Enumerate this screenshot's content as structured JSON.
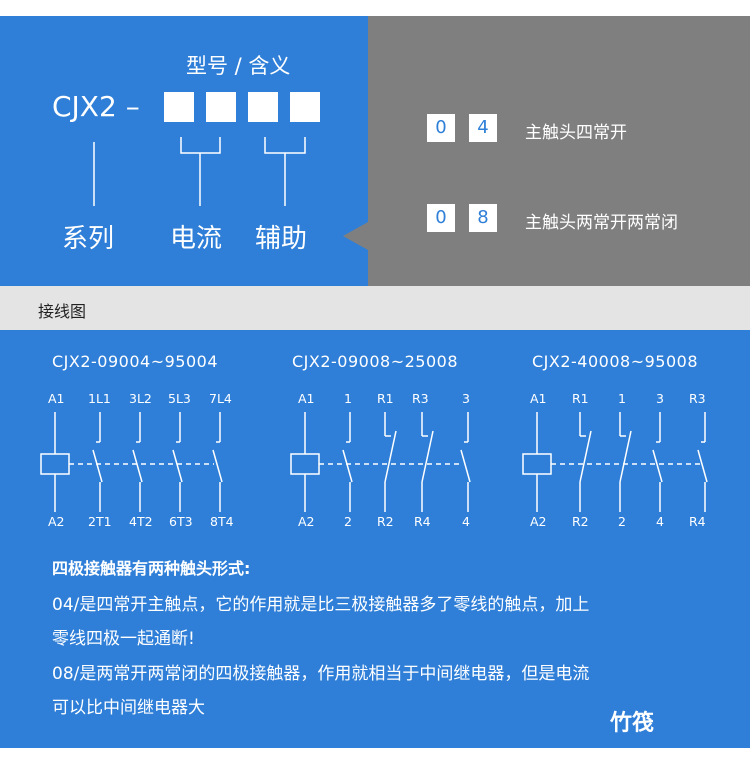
{
  "header": {
    "model_title": "型号 / 含义",
    "model_prefix": "CJX2 –",
    "labels": [
      "系列",
      "电流",
      "辅助"
    ]
  },
  "codes": [
    {
      "digits": [
        "0",
        "4"
      ],
      "meaning": "主触头四常开"
    },
    {
      "digits": [
        "0",
        "8"
      ],
      "meaning": "主触头两常开两常闭"
    }
  ],
  "section_label": "接线图",
  "diagrams": [
    {
      "title": "CJX2-09004~95004",
      "top": [
        "A1",
        "1L1",
        "3L2",
        "5L3",
        "7L4"
      ],
      "bottom": [
        "A2",
        "2T1",
        "4T2",
        "6T3",
        "8T4"
      ]
    },
    {
      "title": "CJX2-09008~25008",
      "top": [
        "A1",
        "1",
        "R1",
        "R3",
        "3"
      ],
      "bottom": [
        "A2",
        "2",
        "R2",
        "R4",
        "4"
      ]
    },
    {
      "title": "CJX2-40008~95008",
      "top": [
        "A1",
        "R1",
        "1",
        "3",
        "R3"
      ],
      "bottom": [
        "A2",
        "R2",
        "2",
        "4",
        "R4"
      ]
    }
  ],
  "description": {
    "heading": "四极接触器有两种触头形式:",
    "lines": [
      "04/是四常开主触点，它的作用就是比三极接触器多了零线的触点，加上",
      "零线四极一起通断!",
      "08/是两常开两常闭的四极接触器，作用就相当于中间继电器，但是电流",
      "可以比中间继电器大"
    ]
  },
  "brand": "竹筏",
  "colors": {
    "primary_blue": "#2f7fd8",
    "gray_panel": "#7f7f7f",
    "strip_gray": "#e4e4e4"
  }
}
